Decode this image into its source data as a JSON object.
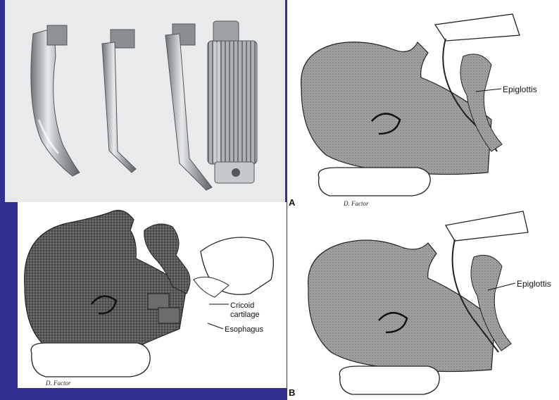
{
  "photo": {},
  "cricoid": {
    "labels": {
      "cricoid": [
        "Cricoid",
        "cartilage"
      ],
      "esophagus": "Esophagus"
    },
    "signature": "D. Factor"
  },
  "intubation": {
    "panel_a": {
      "letter": "A",
      "label": "Epiglottis",
      "signature": "D. Factor"
    },
    "panel_b": {
      "letter": "B",
      "label": "Epiglottis"
    }
  },
  "colors": {
    "frame": "#31308f",
    "stipple_light": "#9a9a9a",
    "stipple_dark": "#4a4a4a",
    "metal": "#b9bcc0"
  }
}
